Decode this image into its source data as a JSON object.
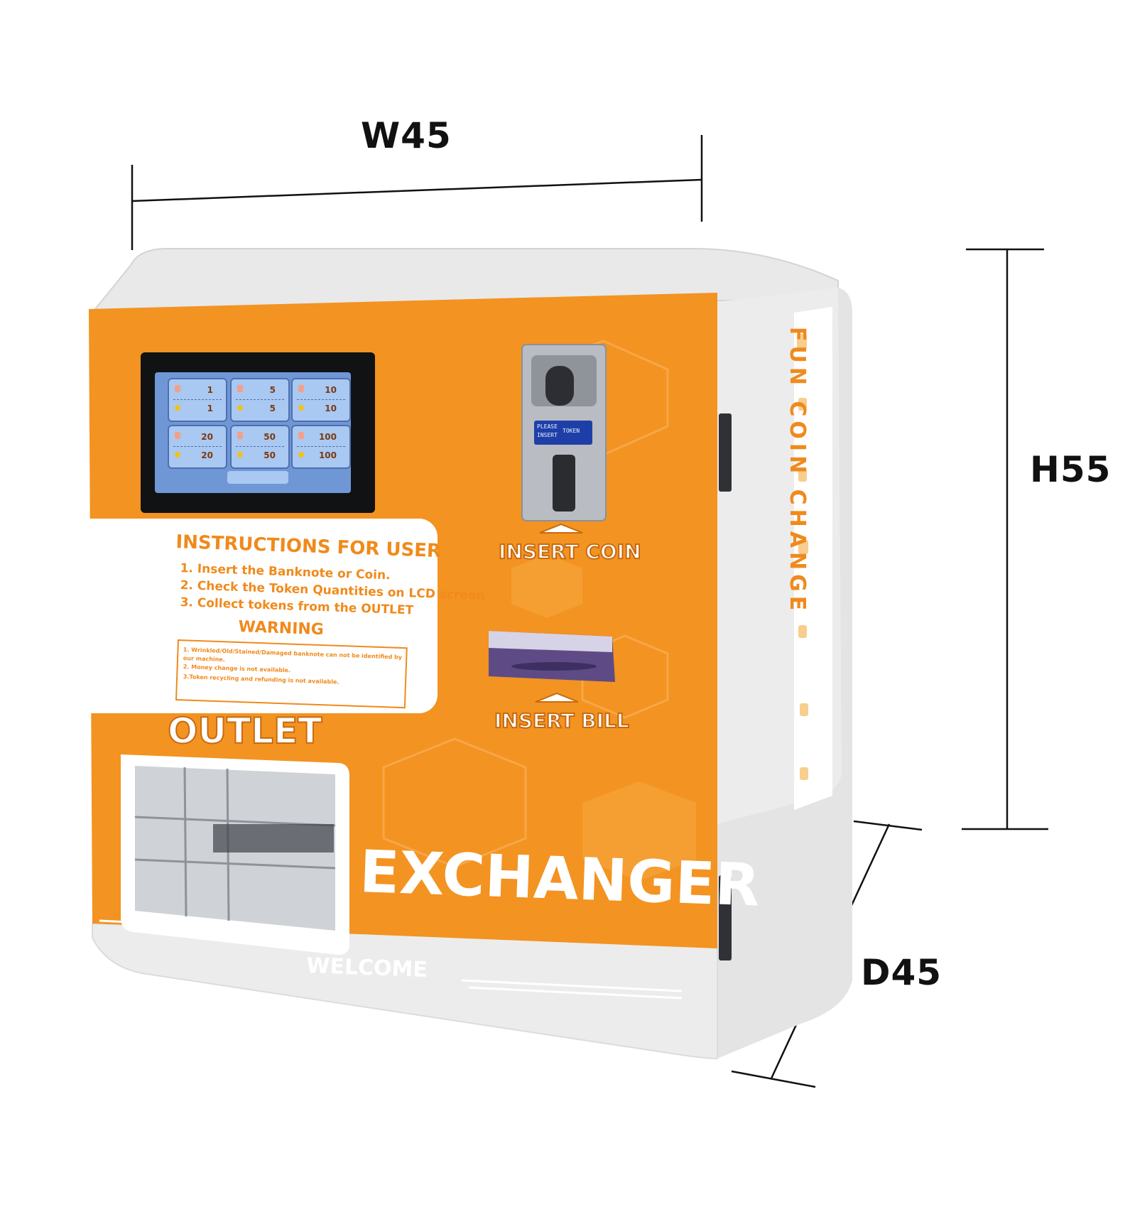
{
  "dimensions": {
    "width_label": "W45",
    "height_label": "H55",
    "depth_label": "D45"
  },
  "screen": {
    "tokens": [
      {
        "price": "1",
        "tokens": "1"
      },
      {
        "price": "5",
        "tokens": "5"
      },
      {
        "price": "10",
        "tokens": "10"
      },
      {
        "price": "20",
        "tokens": "20"
      },
      {
        "price": "50",
        "tokens": "50"
      },
      {
        "price": "100",
        "tokens": "100"
      }
    ]
  },
  "instructions": {
    "title": "INSTRUCTIONS FOR USER",
    "steps": [
      "1. Insert the Banknote or Coin.",
      "2. Check the Token Quantities on LCD screen",
      "3. Collect tokens from the  OUTLET"
    ],
    "warning_title": "WARNING",
    "warnings": [
      "1. Wrinkled/Old/Stained/Damaged banknote can not be identified by",
      "our machine.",
      "2. Money change is not available.",
      "3.Token recycling and refunding is not available."
    ]
  },
  "coin_acceptor": {
    "lcd_line1": "PLEASE",
    "lcd_line2": "INSERT",
    "lcd_line3": "TOKEN"
  },
  "labels": {
    "insert_coin": "INSERT COIN",
    "insert_bill": "INSERT BILL",
    "outlet": "OUTLET",
    "exchanger": "EXCHANGER",
    "welcome": "WELCOME",
    "side": "FUN COIN CHANGE"
  },
  "colors": {
    "front_orange": "#f39321",
    "cabinet_white": "#eeeeee",
    "screen_blue": "#6f97d6"
  }
}
